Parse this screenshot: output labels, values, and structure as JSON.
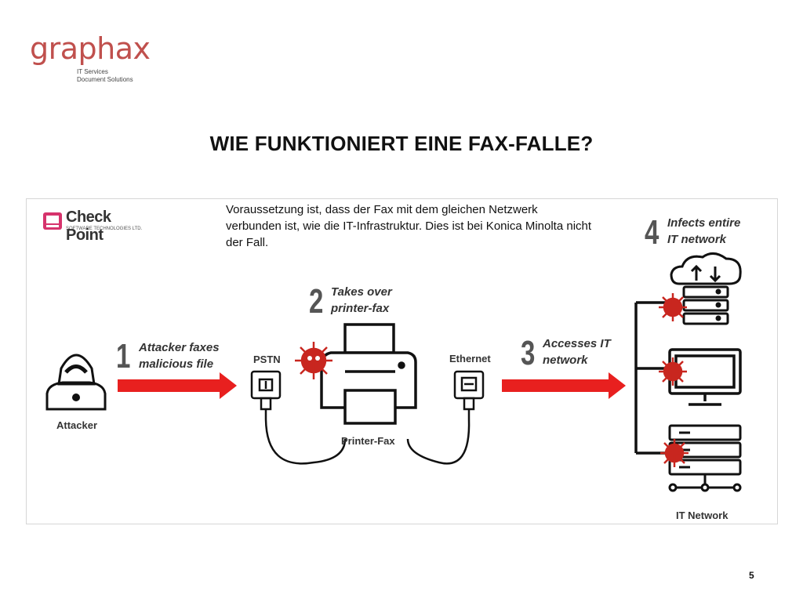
{
  "brand": {
    "name": "graphax",
    "subtitle_lines": [
      "IT Services",
      "Document Solutions"
    ],
    "color": "#c0504d"
  },
  "slide": {
    "title": "WIE FUNKTIONIERT EINE FAX-FALLE?",
    "page_number": "5"
  },
  "diagram": {
    "source_logo": {
      "name": "Check Point",
      "tagline": "SOFTWARE TECHNOLOGIES LTD."
    },
    "note": "Voraussetzung ist, dass der Fax mit dem gleichen Netzwerk verbunden ist, wie die IT-Infrastruktur. Dies ist bei Konica Minolta nicht der Fall.",
    "steps": [
      {
        "number": "1",
        "line1": "Attacker faxes",
        "line2": "malicious file"
      },
      {
        "number": "2",
        "line1": "Takes over",
        "line2": "printer-fax"
      },
      {
        "number": "3",
        "line1": "Accesses IT",
        "line2": "network"
      },
      {
        "number": "4",
        "line1": "Infects entire",
        "line2": "IT network"
      }
    ],
    "labels": {
      "attacker": "Attacker",
      "pstn": "PSTN",
      "printer": "Printer-Fax",
      "ethernet": "Ethernet",
      "network": "IT Network"
    },
    "colors": {
      "arrow": "#e8201f",
      "virus": "#c8261f",
      "icon": "#111111"
    },
    "icons": [
      "hacker-icon",
      "phone-jack-icon",
      "printer-icon",
      "ethernet-jack-icon",
      "cloud-server-icon",
      "monitor-icon",
      "server-rack-icon",
      "virus-icon"
    ]
  }
}
